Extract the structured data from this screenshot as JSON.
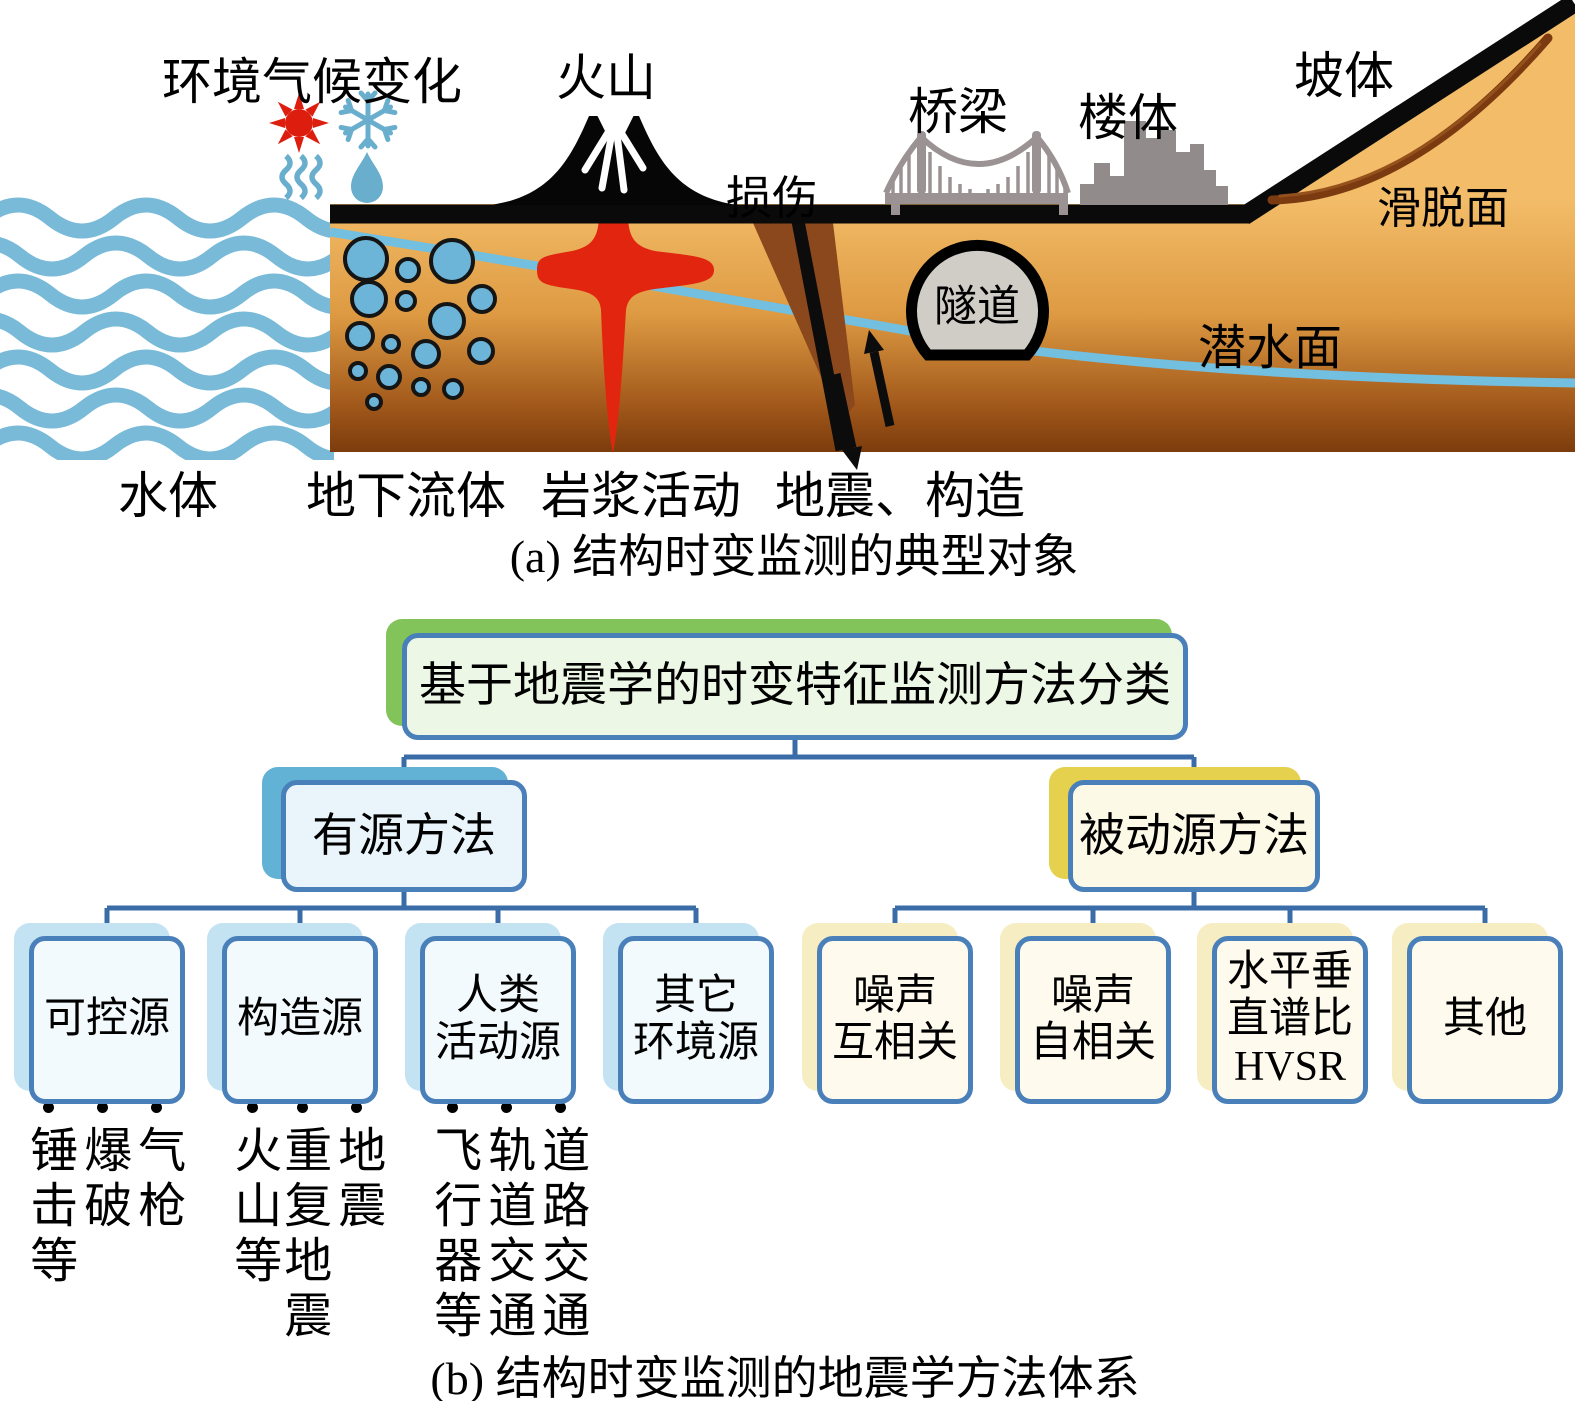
{
  "figure": {
    "panel_a": {
      "caption": "(a) 结构时变监测的典型对象",
      "labels": {
        "climate": "环境气候变化",
        "volcano": "火山",
        "damage": "损伤",
        "bridge": "桥梁",
        "building": "楼体",
        "slope": "坡体",
        "slip_surface": "滑脱面",
        "tunnel": "隧道",
        "water_table": "潜水面",
        "water_body": "水体",
        "underground_fluid": "地下流体",
        "magma": "岩浆活动",
        "earthquake": "地震、构造"
      },
      "icons": [
        "sun-icon",
        "snowflake-icon",
        "heat-waves-icon",
        "raindrop-icon",
        "volcano-icon",
        "bridge-icon",
        "city-buildings-icon",
        "tunnel-icon",
        "fault-arrows-icon",
        "groundwater-bubbles-icon"
      ]
    },
    "panel_b": {
      "caption": "(b) 结构时变监测的地震学方法体系",
      "root": {
        "label": "基于地震学的时变特征监测方法分类"
      },
      "active": {
        "label": "有源方法",
        "children": [
          {
            "label": "可控源",
            "examples": [
              "锤击等",
              "爆破",
              "气枪"
            ]
          },
          {
            "label": "构造源",
            "examples": [
              "火山等",
              "重复地震",
              "地震"
            ]
          },
          {
            "label": "人类活动源",
            "lines": [
              "人类",
              "活动源"
            ],
            "examples": [
              "飞行器等",
              "轨道交通",
              "道路交通"
            ]
          },
          {
            "label": "其它环境源",
            "lines": [
              "其它",
              "环境源"
            ]
          }
        ]
      },
      "passive": {
        "label": "被动源方法",
        "children": [
          {
            "label": "噪声互相关",
            "lines": [
              "噪声",
              "互相关"
            ]
          },
          {
            "label": "噪声自相关",
            "lines": [
              "噪声",
              "自相关"
            ]
          },
          {
            "label": "水平垂直谱比HVSR",
            "lines": [
              "水平垂",
              "直谱比",
              "HVSR"
            ]
          },
          {
            "label": "其他"
          }
        ]
      }
    },
    "colors": {
      "root_shadow": "#82c45a",
      "root_fill": "#edf7e6",
      "active_shadow": "#61b2d5",
      "active_fill": "#e9f4fb",
      "passive_shadow": "#e6d14f",
      "passive_fill": "#fdf9e7",
      "active_child_shadow": "#c3e3f3",
      "active_child_fill": "#f3fafd",
      "passive_child_shadow": "#f6edc2",
      "passive_child_fill": "#fefaee",
      "box_border": "#4a80ba",
      "connector": "#3a6ca8",
      "water_blue": "#79bad8",
      "icon_blue": "#6aaecd",
      "sun_red": "#dd1e0f",
      "magma_red": "#e2250e",
      "ground_top": "#f3bc68",
      "ground_bottom": "#7a3a0c",
      "structure_gray": "#9b9393",
      "fault_brown": "#8a481c",
      "tunnel_gray": "#d0cdc7"
    }
  }
}
